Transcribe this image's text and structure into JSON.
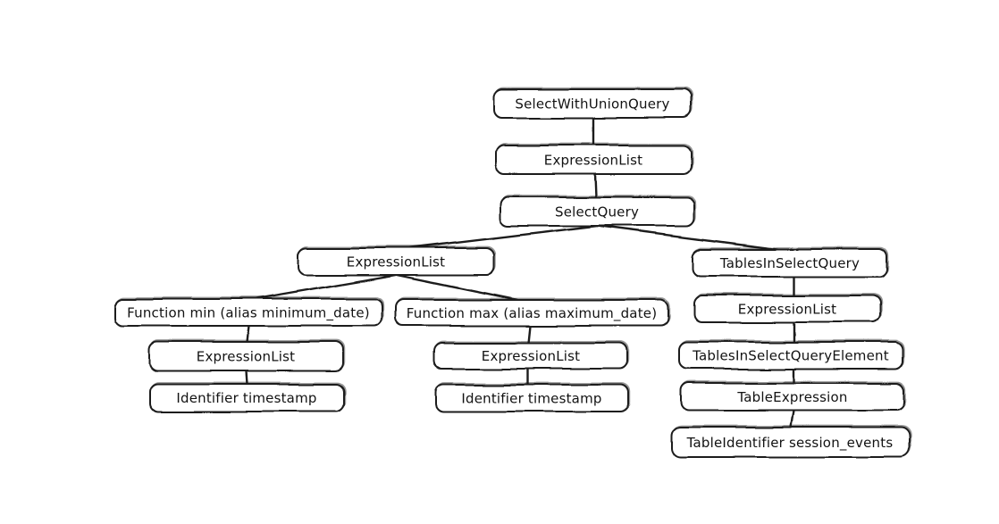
{
  "diagram": {
    "type": "tree",
    "style": "hand-drawn",
    "stroke_color": "#1a1a1a",
    "background_color": "#ffffff",
    "nodes": [
      {
        "id": "select-with-union-query",
        "label": "SelectWithUnionQuery"
      },
      {
        "id": "expression-list-top",
        "label": "ExpressionList"
      },
      {
        "id": "select-query",
        "label": "SelectQuery"
      },
      {
        "id": "expression-list-select",
        "label": "ExpressionList"
      },
      {
        "id": "tables-in-select-query",
        "label": "TablesInSelectQuery"
      },
      {
        "id": "function-min",
        "label": "Function min (alias minimum_date)"
      },
      {
        "id": "function-max",
        "label": "Function max (alias maximum_date)"
      },
      {
        "id": "expression-list-tables",
        "label": "ExpressionList"
      },
      {
        "id": "expression-list-min",
        "label": "ExpressionList"
      },
      {
        "id": "expression-list-max",
        "label": "ExpressionList"
      },
      {
        "id": "tables-in-select-query-element",
        "label": "TablesInSelectQueryElement"
      },
      {
        "id": "identifier-timestamp-min",
        "label": "Identifier timestamp"
      },
      {
        "id": "identifier-timestamp-max",
        "label": "Identifier timestamp"
      },
      {
        "id": "table-expression",
        "label": "TableExpression"
      },
      {
        "id": "table-identifier",
        "label": "TableIdentifier session_events"
      }
    ],
    "edges": [
      {
        "from": "select-with-union-query",
        "to": "expression-list-top"
      },
      {
        "from": "expression-list-top",
        "to": "select-query"
      },
      {
        "from": "select-query",
        "to": "expression-list-select"
      },
      {
        "from": "select-query",
        "to": "tables-in-select-query"
      },
      {
        "from": "expression-list-select",
        "to": "function-min"
      },
      {
        "from": "expression-list-select",
        "to": "function-max"
      },
      {
        "from": "function-min",
        "to": "expression-list-min"
      },
      {
        "from": "expression-list-min",
        "to": "identifier-timestamp-min"
      },
      {
        "from": "function-max",
        "to": "expression-list-max"
      },
      {
        "from": "expression-list-max",
        "to": "identifier-timestamp-max"
      },
      {
        "from": "tables-in-select-query",
        "to": "expression-list-tables"
      },
      {
        "from": "expression-list-tables",
        "to": "tables-in-select-query-element"
      },
      {
        "from": "tables-in-select-query-element",
        "to": "table-expression"
      },
      {
        "from": "table-expression",
        "to": "table-identifier"
      }
    ]
  }
}
